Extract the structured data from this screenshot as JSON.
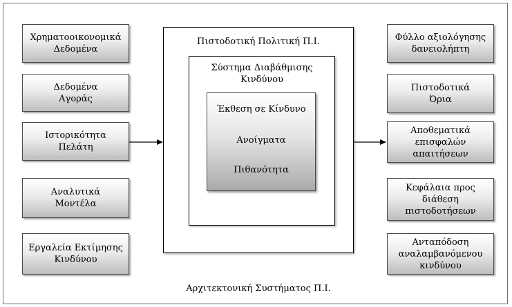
{
  "left_inputs": [
    "Χρηματοοικονομικά\nΔεδομένα",
    "Δεδομένα\nΑγοράς",
    "Ιστορικότητα\nΠελάτη",
    "Αναλυτικά\nΜοντέλα",
    "Εργαλεία Εκτίμησης\nΚινδύνου"
  ],
  "center": {
    "outer_title": "Πιστοδοτική  Πολιτική Π.Ι.",
    "middle_title": "Σύστημα Διαβάθμισης\nΚινδύνου",
    "inner_items": [
      "Έκθεση σε Κίνδυνο",
      "Ανοίγματα",
      "Πιθανότητα"
    ]
  },
  "right_outputs": [
    "Φύλλο αξιολόγησης\nδανειολήπτη",
    "Πιστοδοτικά\nΌρια",
    "Αποθεματικά\nεπισφαλών\nαπαιτήσεων",
    "Κεφάλαια προς\nδιάθεση\nπιστοδοτήσεων",
    "Ανταπόδοση\nαναλαμβανόμενου\nκινδύνου"
  ],
  "caption": "Αρχιτεκτονική Συστήματος Π.Ι."
}
